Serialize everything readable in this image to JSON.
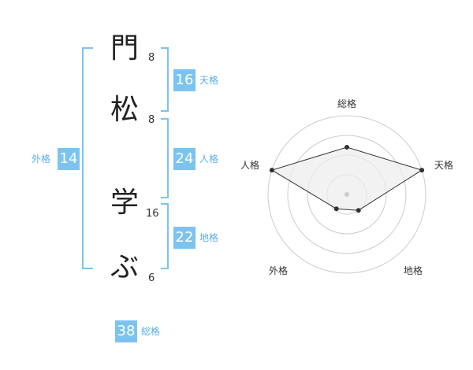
{
  "name_chars": [
    {
      "char": "門",
      "strokes": "8"
    },
    {
      "char": "松",
      "strokes": "8"
    },
    {
      "char": "学",
      "strokes": "16"
    },
    {
      "char": "ぶ",
      "strokes": "6"
    }
  ],
  "kaku": {
    "tenkaku": {
      "value": "16",
      "label": "天格"
    },
    "jinkaku": {
      "value": "24",
      "label": "人格"
    },
    "chikaku": {
      "value": "22",
      "label": "地格"
    },
    "gaikaku": {
      "value": "14",
      "label": "外格"
    },
    "soukaku": {
      "value": "38",
      "label": "総格"
    }
  },
  "radar": {
    "axes": [
      "総格",
      "天格",
      "地格",
      "外格",
      "人格"
    ],
    "levels": 4,
    "values": [
      2.4,
      4,
      1,
      0.9,
      4
    ],
    "fill_color": "#eeeeee",
    "line_color": "#333333",
    "grid_color": "#cccccc"
  },
  "colors": {
    "accent": "#7cc3f0",
    "accent_text": "#5aaee8"
  }
}
